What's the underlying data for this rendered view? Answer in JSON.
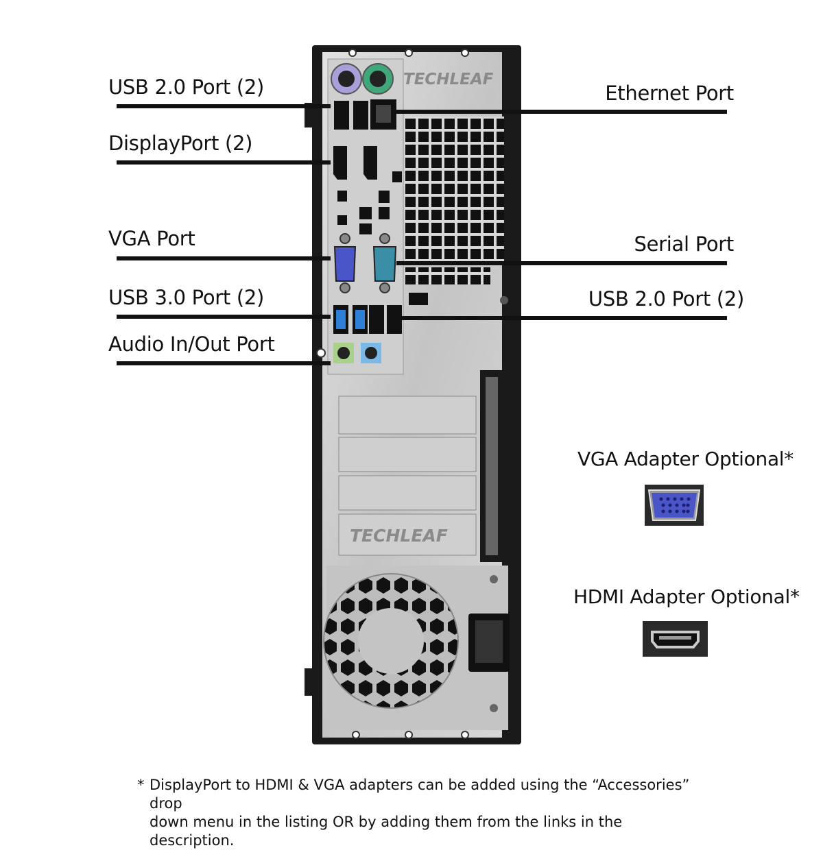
{
  "brand": "TECHLEAF",
  "labels_left": {
    "usb2": "USB 2.0 Port (2)",
    "displayport": "DisplayPort (2)",
    "vga": "VGA Port",
    "usb3": "USB 3.0 Port (2)",
    "audio": "Audio In/Out Port"
  },
  "labels_right": {
    "ethernet": "Ethernet Port",
    "serial": "Serial Port",
    "usb2": "USB 2.0 Port (2)"
  },
  "adapters": {
    "vga_title": "VGA Adapter Optional*",
    "hdmi_title": "HDMI Adapter Optional*"
  },
  "footnote": {
    "star": "*",
    "line1": "DisplayPort to HDMI & VGA adapters can be added using the “Accessories” drop",
    "line2": "down menu in the listing OR by adding them from the links in the description."
  },
  "icons": [
    "ps2-keyboard-icon",
    "ps2-mouse-icon",
    "vga-connector-icon",
    "hdmi-connector-icon"
  ],
  "colors": {
    "case": "#1a1a1a",
    "panel": "#c9c9c9",
    "ps2_keyboard": "#a8a0d8",
    "ps2_mouse": "#3fa77a",
    "vga_blue": "#4a55c8",
    "serial_teal": "#3a8ea6",
    "usb3_blue": "#2f7fd6",
    "audio_green": "#a8d18a",
    "audio_blue": "#7ab8e8"
  }
}
